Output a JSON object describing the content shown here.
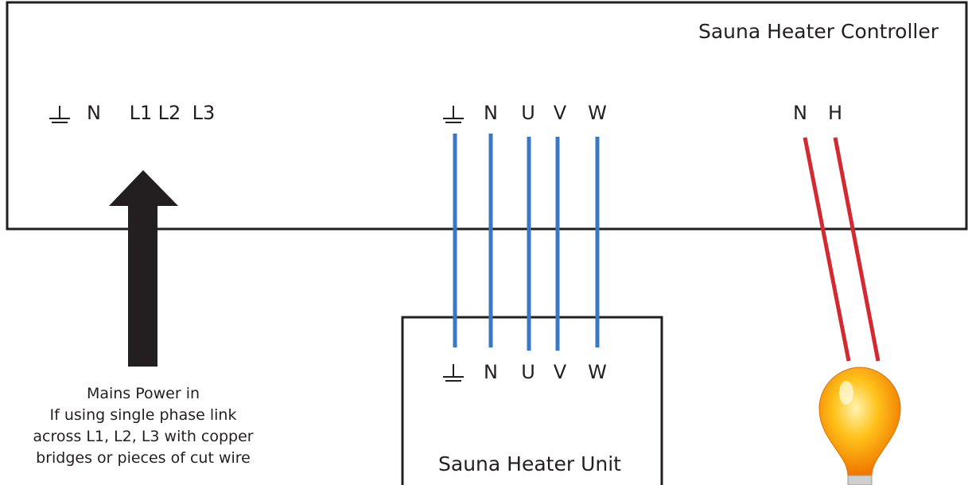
{
  "controller": {
    "title": "Sauna Heater Controller",
    "mains_terminals": [
      "N",
      "L1",
      "L2",
      "L3"
    ],
    "heater_terminals": [
      "N",
      "U",
      "V",
      "W"
    ],
    "light_terminals": [
      "N",
      "H"
    ]
  },
  "heater_unit": {
    "title": "Sauna Heater Unit",
    "terminals": [
      "N",
      "U",
      "V",
      "W"
    ]
  },
  "mains_note": {
    "lines": [
      "Mains Power in",
      "If using single phase link",
      "across L1, L2, L3 with copper",
      "bridges or pieces of cut wire"
    ]
  },
  "colors": {
    "heater_wire": "#3a78c4",
    "light_wire": "#d32a32",
    "arrow": "#231f20",
    "outline": "#231f20"
  }
}
